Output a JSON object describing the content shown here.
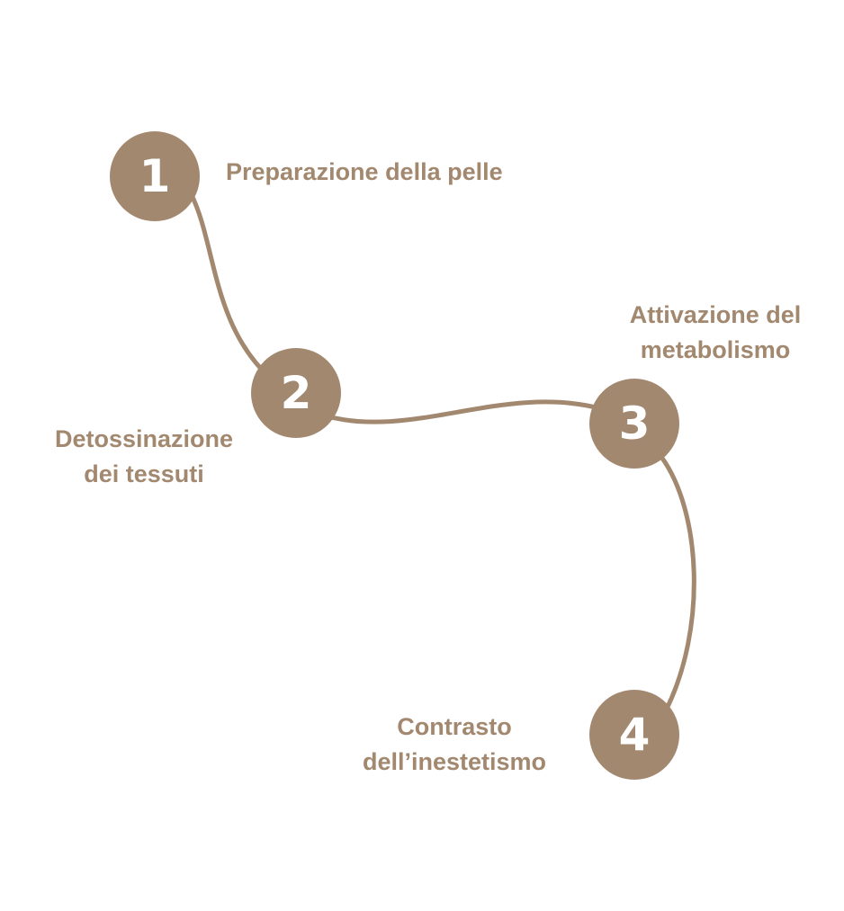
{
  "accent_color": "#A38870",
  "steps": [
    {
      "number": "1",
      "label_lines": [
        "Preparazione della pelle"
      ]
    },
    {
      "number": "2",
      "label_lines": [
        "Detossinazione",
        "dei tessuti"
      ]
    },
    {
      "number": "3",
      "label_lines": [
        "Attivazione del",
        "metabolismo"
      ]
    },
    {
      "number": "4",
      "label_lines": [
        "Contrasto",
        "dell’inestetismo"
      ]
    }
  ]
}
